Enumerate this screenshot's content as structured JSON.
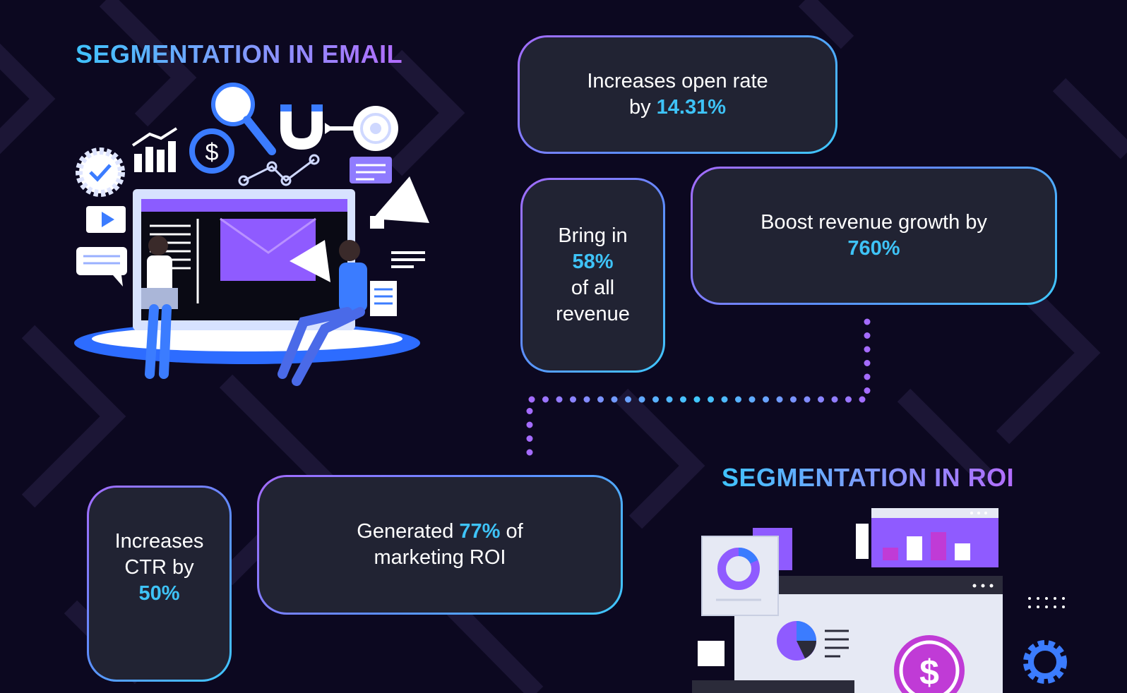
{
  "headings": {
    "email": "SEGMENTATION IN EMAIL",
    "roi": "SEGMENTATION IN ROI"
  },
  "cards": {
    "open_rate": {
      "text": "Increases open rate",
      "prefix": "by ",
      "value": "14.31%"
    },
    "revenue_share": {
      "line1": "Bring in",
      "value": "58%",
      "line3": "of all",
      "line4": "revenue"
    },
    "revenue_growth": {
      "text": "Boost revenue growth by",
      "value": "760%"
    },
    "ctr": {
      "line1": "Increases",
      "line2": "CTR by",
      "value": "50%"
    },
    "marketing_roi": {
      "prefix": "Generated ",
      "value": "77%",
      "suffix": " of",
      "line2": "marketing ROI"
    }
  },
  "icons": [
    "magnifier-icon",
    "magnet-icon",
    "target-icon",
    "bar-chart-icon",
    "dollar-coin-icon",
    "gear-check-icon",
    "play-icon",
    "chat-bubble-icon",
    "megaphone-icon",
    "document-icon",
    "donut-chart-icon",
    "pie-chart-icon",
    "dollar-badge-icon",
    "gear-icon"
  ],
  "colors": {
    "background": "#0c0820",
    "card_fill": "#212333",
    "highlight": "#3ec3f7",
    "purple": "#a56bff",
    "blue": "#3fc8ff"
  }
}
